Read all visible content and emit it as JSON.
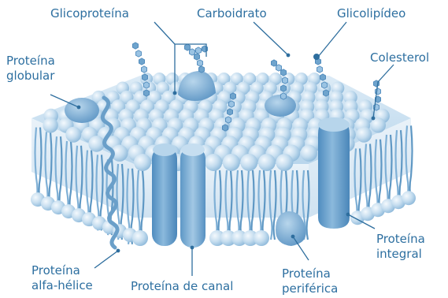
{
  "colors": {
    "label_text": "#2d6fa0",
    "leader_line": "#2e6e9e",
    "membrane_light": "#d4e6f3",
    "membrane_mid": "#a8cce6",
    "membrane_dark": "#5f98c4",
    "protein": "#6fa4cd",
    "protein_dark": "#3f7db2"
  },
  "labels": {
    "glicoproteina": "Glicoproteína",
    "carboidrato": "Carboidrato",
    "glicolipideo": "Glicolipídeo",
    "proteina_globular": [
      "Proteína",
      "globular"
    ],
    "colesterol": "Colesterol",
    "proteina_integral": [
      "Proteína",
      "integral"
    ],
    "proteina_periferica": [
      "Proteína",
      "periférica"
    ],
    "proteina_de_canal": "Proteína de canal",
    "proteina_alfa_helice": [
      "Proteína",
      "alfa-hélice"
    ]
  },
  "icons": {
    "carbohydrate_chain": "hexagon-chain-icon",
    "leader_dot": "dot-icon"
  }
}
